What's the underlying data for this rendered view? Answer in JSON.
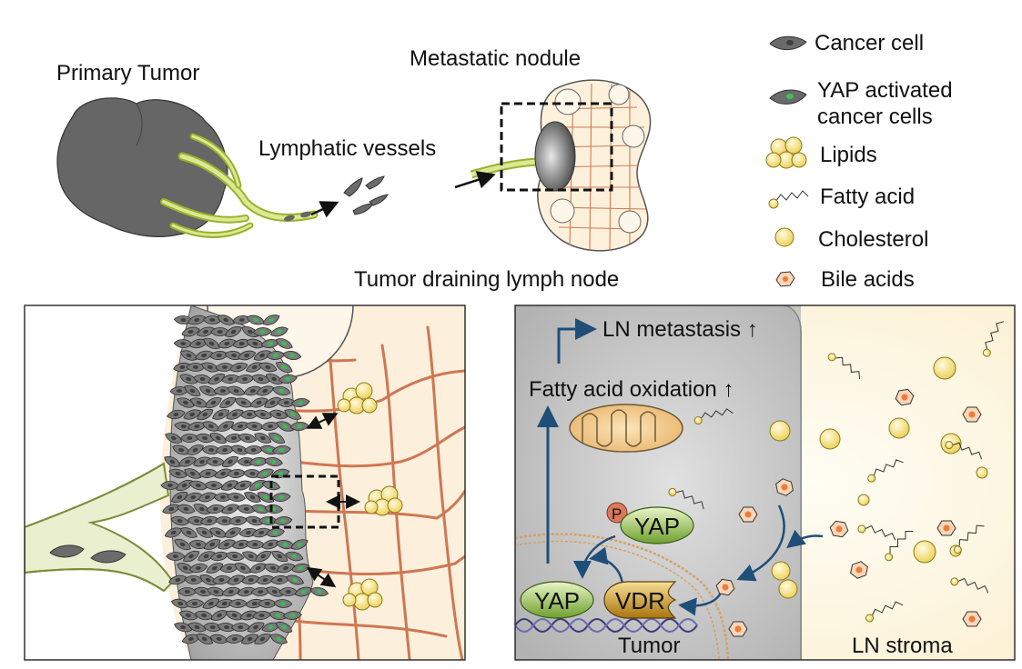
{
  "top": {
    "primary_tumor": "Primary Tumor",
    "lymphatic_vessels": "Lymphatic vessels",
    "metastatic_nodule": "Metastatic nodule",
    "lymph_node": "Tumor draining lymph node"
  },
  "legend": {
    "cancer_cell": "Cancer cell",
    "yap_line1": "YAP activated",
    "yap_line2": "cancer cells",
    "lipids": "Lipids",
    "fatty_acid": "Fatty acid",
    "cholesterol": "Cholesterol",
    "bile_acids": "Bile acids"
  },
  "mechanism": {
    "ln_metastasis": "LN metastasis ↑",
    "fao": "Fatty acid oxidation ↑",
    "p": "P",
    "yap": "YAP",
    "yap_nuclear": "YAP",
    "vdr": "VDR",
    "tumor": "Tumor",
    "ln_stroma": "LN stroma"
  },
  "colors": {
    "tumor_gray": "#6e6e6e",
    "vessel_green": "#c8d870",
    "node_fill": "#fdf3df",
    "reticular": "#d4805a",
    "arrow_navy": "#1f4e79",
    "yap_green": "#7cb342",
    "vdr_gold": "#c9961e",
    "lipid_yellow": "#f6e27a",
    "bile_orange": "#f07a3a"
  }
}
